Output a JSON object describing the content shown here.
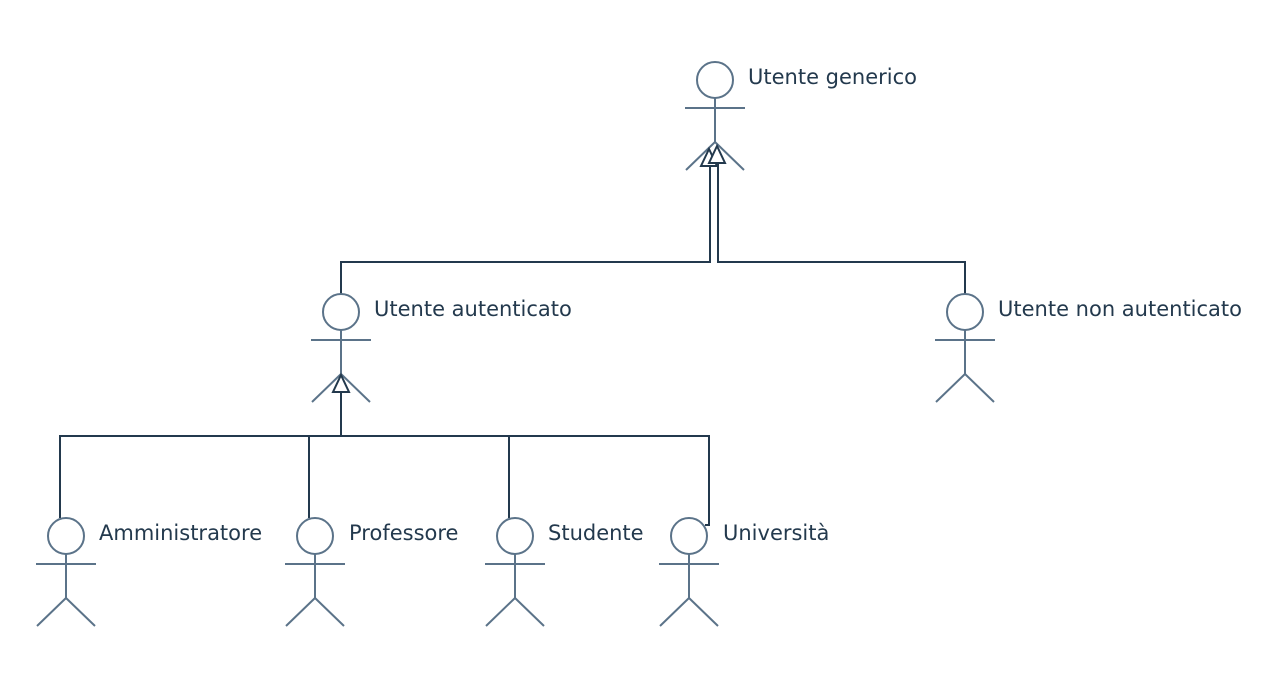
{
  "diagram": {
    "actors": {
      "utente_generico": {
        "label": "Utente generico"
      },
      "utente_autenticato": {
        "label": "Utente autenticato"
      },
      "utente_non_autenticato": {
        "label": "Utente non autenticato"
      },
      "amministratore": {
        "label": "Amministratore"
      },
      "professore": {
        "label": "Professore"
      },
      "studente": {
        "label": "Studente"
      },
      "universita": {
        "label": "Università"
      }
    },
    "generalizations": [
      {
        "child": "utente_autenticato",
        "parent": "utente_generico"
      },
      {
        "child": "utente_non_autenticato",
        "parent": "utente_generico"
      },
      {
        "child": "amministratore",
        "parent": "utente_autenticato"
      },
      {
        "child": "professore",
        "parent": "utente_autenticato"
      },
      {
        "child": "studente",
        "parent": "utente_autenticato"
      },
      {
        "child": "universita",
        "parent": "utente_autenticato"
      }
    ],
    "colors": {
      "actor_stroke": "#5b7389",
      "actor_fill": "#ffffff",
      "connector": "#23394d",
      "text": "#23394d"
    }
  }
}
